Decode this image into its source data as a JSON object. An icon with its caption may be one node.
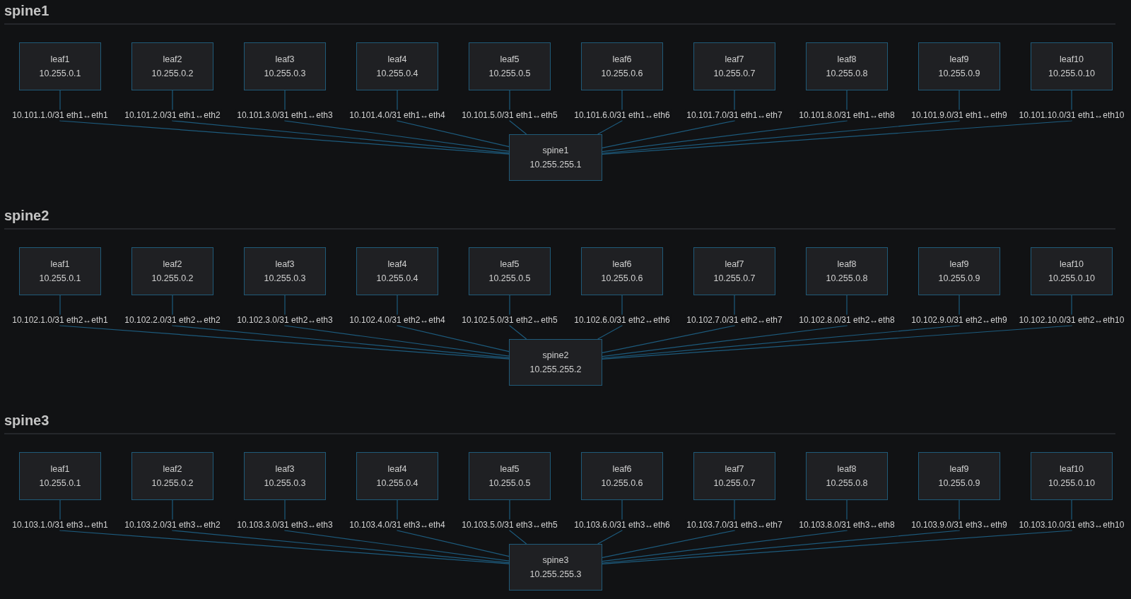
{
  "diagram": {
    "nodes": [
      {
        "text": [
          "leaf1",
          "10.255.0.1"
        ]
      },
      {
        "text": [
          "leaf2",
          "10.255.0.2"
        ]
      },
      {
        "text": [
          "leaf3",
          "10.255.0.3"
        ]
      },
      {
        "text": [
          "leaf4",
          "10.255.0.4"
        ]
      },
      {
        "text": [
          "leaf5",
          "10.255.0.5"
        ]
      },
      {
        "text": [
          "leaf6",
          "10.255.0.6"
        ]
      },
      {
        "text": [
          "leaf7",
          "10.255.0.7"
        ]
      },
      {
        "text": [
          "leaf8",
          "10.255.0.8"
        ]
      },
      {
        "text": [
          "leaf9",
          "10.255.0.9"
        ]
      },
      {
        "text": [
          "leaf10",
          "10.255.0.10"
        ]
      },
      {
        "text": [
          "spine1",
          "10.255.255.1"
        ]
      },
      {
        "text": [
          "leaf1",
          "10.255.0.1"
        ]
      },
      {
        "text": [
          "leaf2",
          "10.255.0.2"
        ]
      },
      {
        "text": [
          "leaf3",
          "10.255.0.3"
        ]
      },
      {
        "text": [
          "leaf4",
          "10.255.0.4"
        ]
      },
      {
        "text": [
          "leaf5",
          "10.255.0.5"
        ]
      },
      {
        "text": [
          "leaf6",
          "10.255.0.6"
        ]
      },
      {
        "text": [
          "leaf7",
          "10.255.0.7"
        ]
      },
      {
        "text": [
          "leaf8",
          "10.255.0.8"
        ]
      },
      {
        "text": [
          "leaf9",
          "10.255.0.9"
        ]
      },
      {
        "text": [
          "leaf10",
          "10.255.0.10"
        ]
      },
      {
        "text": [
          "spine2",
          "10.255.255.2"
        ]
      },
      {
        "text": [
          "leaf1",
          "10.255.0.1"
        ]
      },
      {
        "text": [
          "leaf2",
          "10.255.0.2"
        ]
      },
      {
        "text": [
          "leaf3",
          "10.255.0.3"
        ]
      },
      {
        "text": [
          "leaf4",
          "10.255.0.4"
        ]
      },
      {
        "text": [
          "leaf5",
          "10.255.0.5"
        ]
      },
      {
        "text": [
          "leaf6",
          "10.255.0.6"
        ]
      },
      {
        "text": [
          "leaf7",
          "10.255.0.7"
        ]
      },
      {
        "text": [
          "leaf8",
          "10.255.0.8"
        ]
      },
      {
        "text": [
          "leaf9",
          "10.255.0.9"
        ]
      },
      {
        "text": [
          "leaf10",
          "10.255.0.10"
        ]
      },
      {
        "text": [
          "spine3",
          "10.255.255.3"
        ]
      }
    ],
    "edges": [
      {
        "from": 0,
        "to": 10,
        "arrow": "none",
        "label": "10.101.1.0/31 eth1↔eth1"
      },
      {
        "from": 1,
        "to": 10,
        "arrow": "none",
        "label": "10.101.2.0/31 eth1↔eth2"
      },
      {
        "from": 2,
        "to": 10,
        "arrow": "none",
        "label": "10.101.3.0/31 eth1↔eth3"
      },
      {
        "from": 3,
        "to": 10,
        "arrow": "none",
        "label": "10.101.4.0/31 eth1↔eth4"
      },
      {
        "from": 4,
        "to": 10,
        "arrow": "none",
        "label": "10.101.5.0/31 eth1↔eth5"
      },
      {
        "from": 5,
        "to": 10,
        "arrow": "none",
        "label": "10.101.6.0/31 eth1↔eth6"
      },
      {
        "from": 6,
        "to": 10,
        "arrow": "none",
        "label": "10.101.7.0/31 eth1↔eth7"
      },
      {
        "from": 7,
        "to": 10,
        "arrow": "none",
        "label": "10.101.8.0/31 eth1↔eth8"
      },
      {
        "from": 8,
        "to": 10,
        "arrow": "none",
        "label": "10.101.9.0/31 eth1↔eth9"
      },
      {
        "from": 9,
        "to": 10,
        "arrow": "none",
        "label": "10.101.10.0/31 eth1↔eth10"
      },
      {
        "from": 11,
        "to": 21,
        "arrow": "none",
        "label": "10.102.1.0/31 eth2↔eth1"
      },
      {
        "from": 12,
        "to": 21,
        "arrow": "none",
        "label": "10.102.2.0/31 eth2↔eth2"
      },
      {
        "from": 13,
        "to": 21,
        "arrow": "none",
        "label": "10.102.3.0/31 eth2↔eth3"
      },
      {
        "from": 14,
        "to": 21,
        "arrow": "none",
        "label": "10.102.4.0/31 eth2↔eth4"
      },
      {
        "from": 15,
        "to": 21,
        "arrow": "none",
        "label": "10.102.5.0/31 eth2↔eth5"
      },
      {
        "from": 16,
        "to": 21,
        "arrow": "none",
        "label": "10.102.6.0/31 eth2↔eth6"
      },
      {
        "from": 17,
        "to": 21,
        "arrow": "none",
        "label": "10.102.7.0/31 eth2↔eth7"
      },
      {
        "from": 18,
        "to": 21,
        "arrow": "none",
        "label": "10.102.8.0/31 eth2↔eth8"
      },
      {
        "from": 19,
        "to": 21,
        "arrow": "none",
        "label": "10.102.9.0/31 eth2↔eth9"
      },
      {
        "from": 20,
        "to": 21,
        "arrow": "none",
        "label": "10.102.10.0/31 eth2↔eth10"
      },
      {
        "from": 22,
        "to": 32,
        "arrow": "none",
        "label": "10.103.1.0/31 eth3↔eth1"
      },
      {
        "from": 23,
        "to": 32,
        "arrow": "none",
        "label": "10.103.2.0/31 eth3↔eth2"
      },
      {
        "from": 24,
        "to": 32,
        "arrow": "none",
        "label": "10.103.3.0/31 eth3↔eth3"
      },
      {
        "from": 25,
        "to": 32,
        "arrow": "none",
        "label": "10.103.4.0/31 eth3↔eth4"
      },
      {
        "from": 26,
        "to": 32,
        "arrow": "none",
        "label": "10.103.5.0/31 eth3↔eth5"
      },
      {
        "from": 27,
        "to": 32,
        "arrow": "none",
        "label": "10.103.6.0/31 eth3↔eth6"
      },
      {
        "from": 28,
        "to": 32,
        "arrow": "none",
        "label": "10.103.7.0/31 eth3↔eth7"
      },
      {
        "from": 29,
        "to": 32,
        "arrow": "none",
        "label": "10.103.8.0/31 eth3↔eth8"
      },
      {
        "from": 30,
        "to": 32,
        "arrow": "none",
        "label": "10.103.9.0/31 eth3↔eth9"
      },
      {
        "from": 31,
        "to": 32,
        "arrow": "none",
        "label": "10.103.10.0/31 eth3↔eth10"
      }
    ],
    "labels": [
      "spine1",
      "spine2",
      "spine3"
    ]
  }
}
